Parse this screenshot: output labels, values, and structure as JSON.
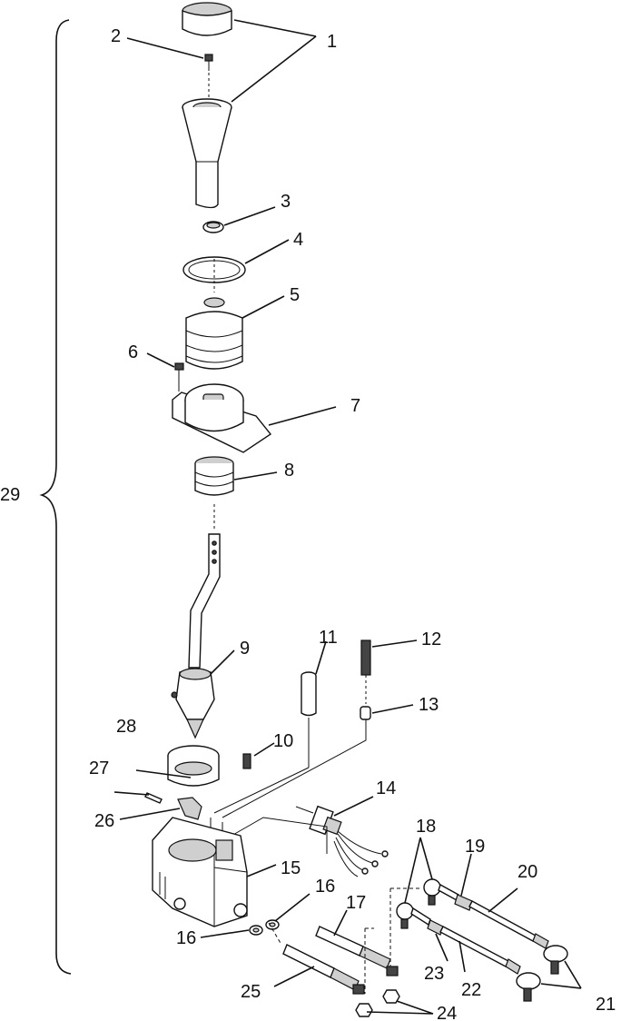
{
  "callouts": {
    "n1": "1",
    "n2": "2",
    "n3": "3",
    "n4": "4",
    "n5": "5",
    "n6": "6",
    "n7": "7",
    "n8": "8",
    "n9": "9",
    "n10": "10",
    "n11": "11",
    "n12": "12",
    "n13": "13",
    "n14": "14",
    "n15": "15",
    "n16a": "16",
    "n16b": "16",
    "n17": "17",
    "n18": "18",
    "n19": "19",
    "n20": "20",
    "n21": "21",
    "n22": "22",
    "n23": "23",
    "n24": "24",
    "n25": "25",
    "n26": "26",
    "n27": "27",
    "n28": "28",
    "n29": "29"
  }
}
